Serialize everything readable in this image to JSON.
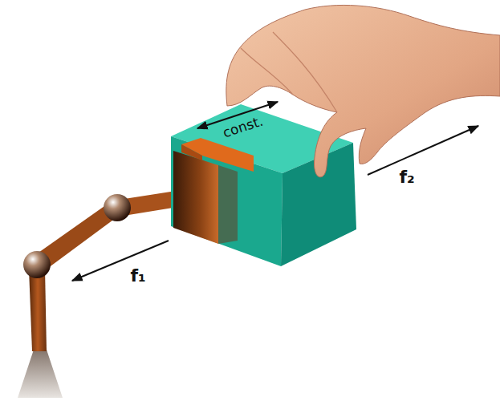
{
  "diagram": {
    "labels": [
      "const.",
      "f₁",
      "f₂"
    ]
  }
}
